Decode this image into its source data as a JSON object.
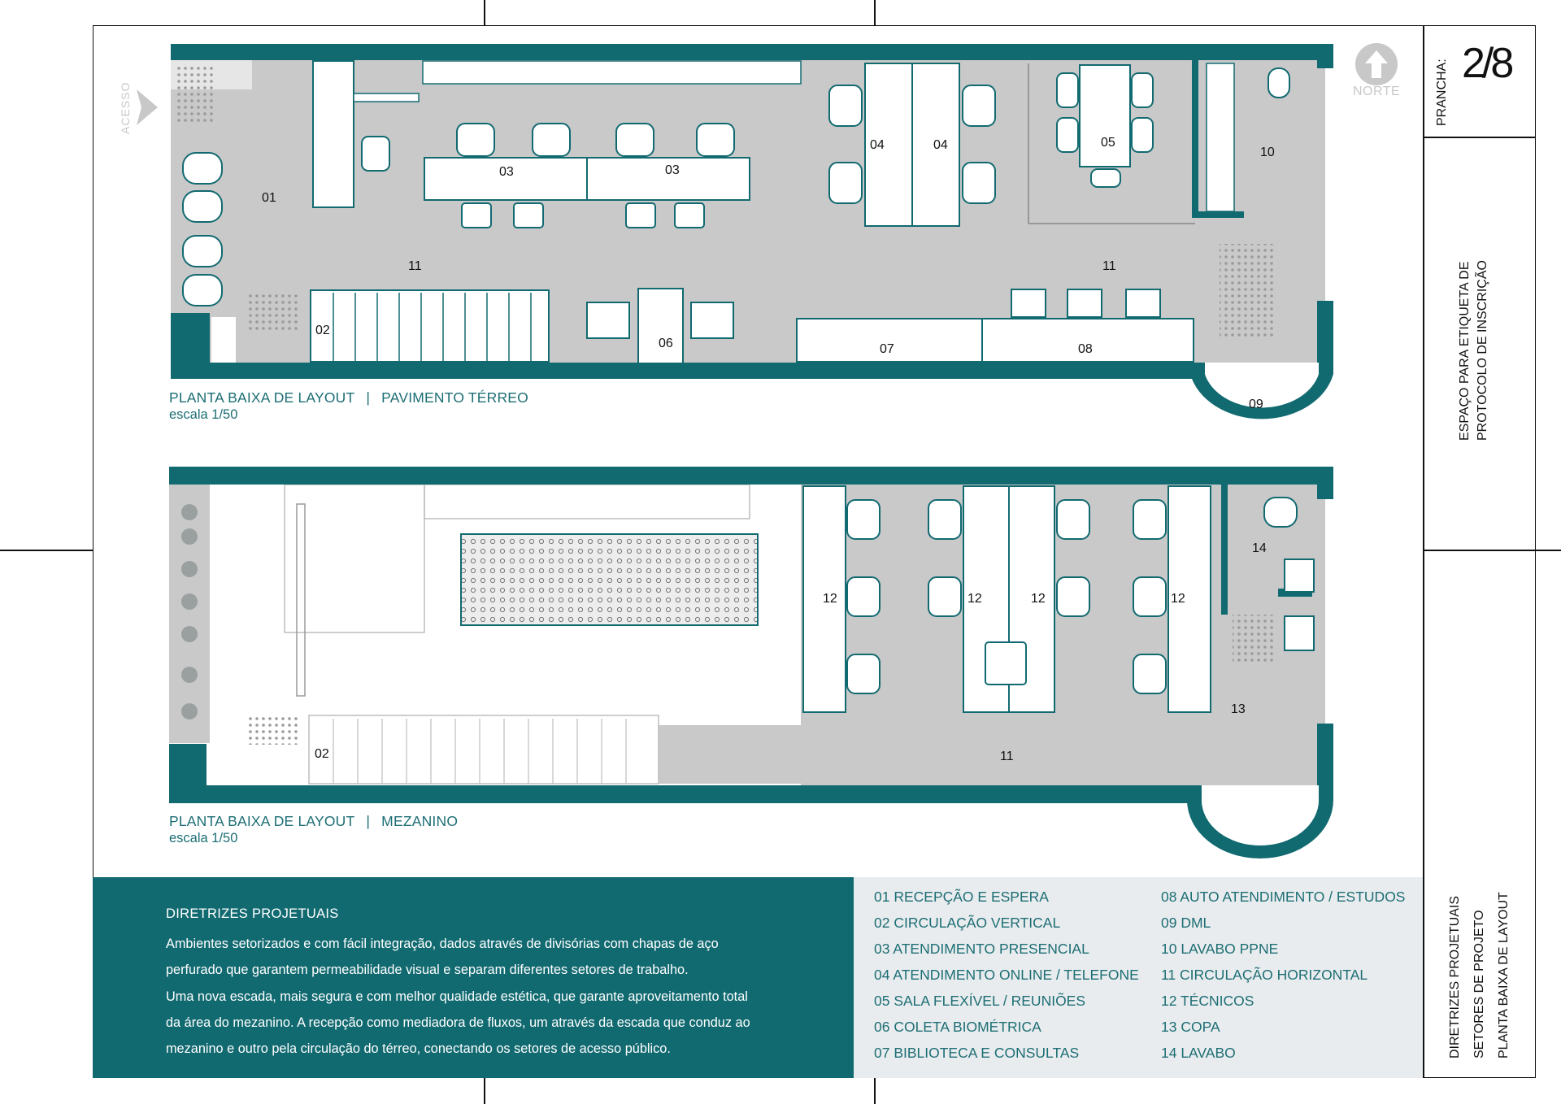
{
  "plans": {
    "ground": {
      "caption_left": "PLANTA BAIXA DE LAYOUT",
      "caption_sep": "|",
      "caption_right": "PAVIMENTO TÉRREO",
      "scale": "escala 1/50",
      "rooms": [
        "01",
        "02",
        "03",
        "03",
        "04",
        "04",
        "05",
        "06",
        "07",
        "08",
        "09",
        "10",
        "11",
        "11"
      ]
    },
    "mezzanine": {
      "caption_left": "PLANTA BAIXA DE LAYOUT",
      "caption_sep": "|",
      "caption_right": "MEZANINO",
      "scale": "escala 1/50",
      "rooms": [
        "02",
        "11",
        "12",
        "12",
        "12",
        "12",
        "13",
        "14"
      ]
    },
    "access_label": "ACESSO",
    "north_label": "NORTE"
  },
  "guidelines": {
    "title": "DIRETRIZES PROJETUAIS",
    "lines": [
      "Ambientes setorizados e com fácil integração, dados através de divisórias com chapas de aço",
      "perfurado que garantem permeabilidade visual e separam diferentes setores de trabalho.",
      "Uma nova escada, mais segura e com melhor qualidade estética, que garante aproveitamento total",
      "da área do mezanino. A recepção como mediadora de fluxos, um através da escada que conduz ao",
      "mezanino e outro pela circulação do térreo, conectando os setores de acesso público."
    ]
  },
  "legend": {
    "col1": [
      "01 RECEPÇÃO E ESPERA",
      "02 CIRCULAÇÃO VERTICAL",
      "03 ATENDIMENTO PRESENCIAL",
      "04 ATENDIMENTO ONLINE / TELEFONE",
      "05 SALA FLEXÍVEL / REUNIÕES",
      "06 COLETA BIOMÉTRICA",
      "07 BIBLIOTECA E CONSULTAS"
    ],
    "col2": [
      "08 AUTO ATENDIMENTO / ESTUDOS",
      "09 DML",
      "10 LAVABO PPNE",
      "11 CIRCULAÇÃO HORIZONTAL",
      "12 TÉCNICOS",
      "13 COPA",
      "14 LAVABO"
    ]
  },
  "title_block": {
    "sheet_label": "PRANCHA:",
    "sheet_number": "2/8",
    "stamp_line1": "ESPAÇO PARA ETIQUETA DE",
    "stamp_line2": "PROTOCOLO DE INSCRIÇÃO",
    "desc_line1": "DIRETRIZES PROJETUAIS",
    "desc_line2": "SETORES DE PROJETO",
    "desc_line3": "PLANTA BAIXA DE LAYOUT"
  },
  "colors": {
    "teal": "#126a71",
    "floor": "#c9c9c9",
    "legend_bg": "#e9ecee"
  }
}
